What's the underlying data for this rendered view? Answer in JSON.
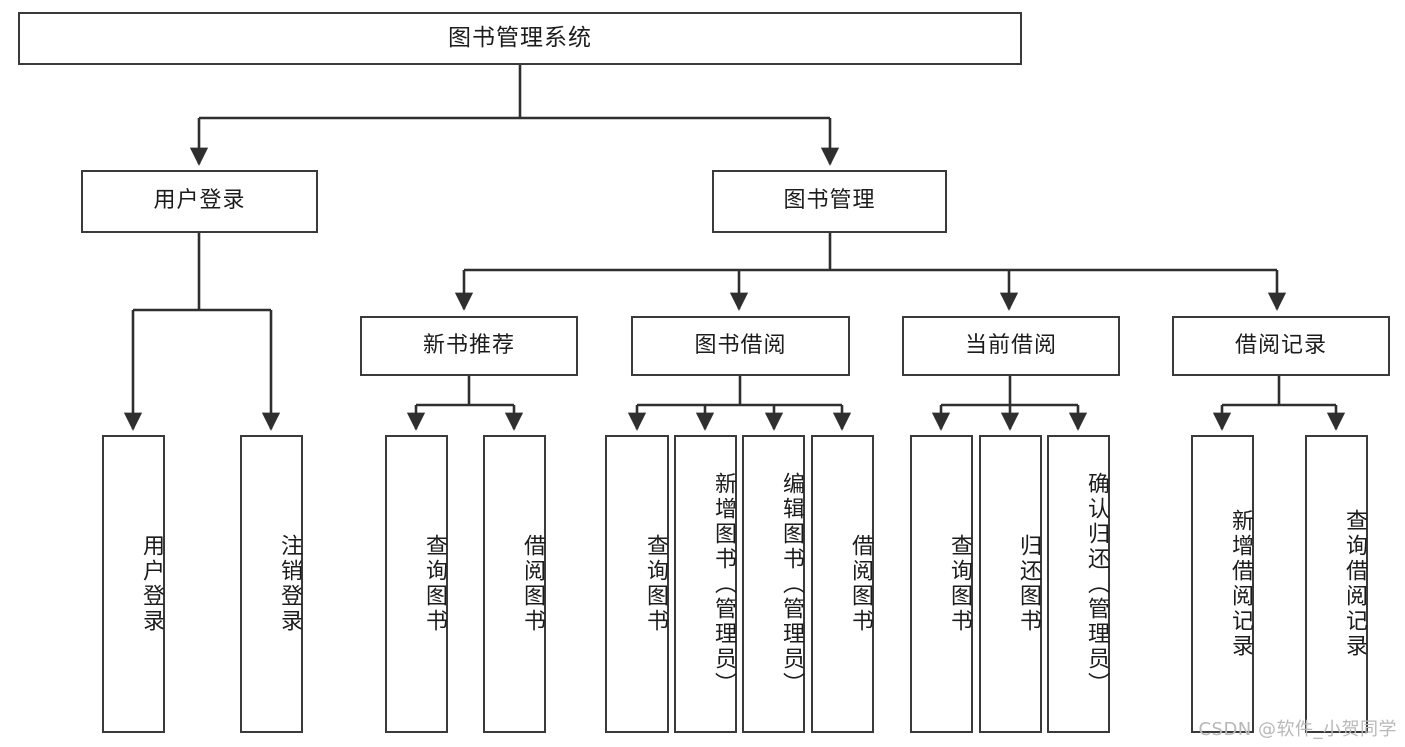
{
  "diagram": {
    "type": "tree",
    "title": "图书管理系统",
    "colors": {
      "box_border": "#3a3a3a",
      "box_fill": "#ffffff",
      "edge": "#2f2f2f",
      "text": "#1c1c1c",
      "watermark": "#b8b8b8"
    },
    "root": {
      "label": "图书管理系统"
    },
    "level2": [
      {
        "label": "用户登录"
      },
      {
        "label": "图书管理"
      }
    ],
    "level3": [
      {
        "label": "新书推荐"
      },
      {
        "label": "图书借阅"
      },
      {
        "label": "当前借阅"
      },
      {
        "label": "借阅记录"
      }
    ],
    "leaves": [
      {
        "label": "用户登录",
        "parent": "用户登录"
      },
      {
        "label": "注销登录",
        "parent": "用户登录"
      },
      {
        "label": "查询图书",
        "parent": "新书推荐"
      },
      {
        "label": "借阅图书",
        "parent": "新书推荐"
      },
      {
        "label": "查询图书",
        "parent": "图书借阅"
      },
      {
        "label": "新增图书（管理员）",
        "parent": "图书借阅"
      },
      {
        "label": "编辑图书（管理员）",
        "parent": "图书借阅"
      },
      {
        "label": "借阅图书",
        "parent": "图书借阅"
      },
      {
        "label": "查询图书",
        "parent": "当前借阅"
      },
      {
        "label": "归还图书",
        "parent": "当前借阅"
      },
      {
        "label": "确认归还（管理员）",
        "parent": "当前借阅"
      },
      {
        "label": "新增借阅记录",
        "parent": "借阅记录"
      },
      {
        "label": "查询借阅记录",
        "parent": "借阅记录"
      }
    ]
  },
  "watermark": {
    "text": "CSDN @软件_小贺同学"
  }
}
